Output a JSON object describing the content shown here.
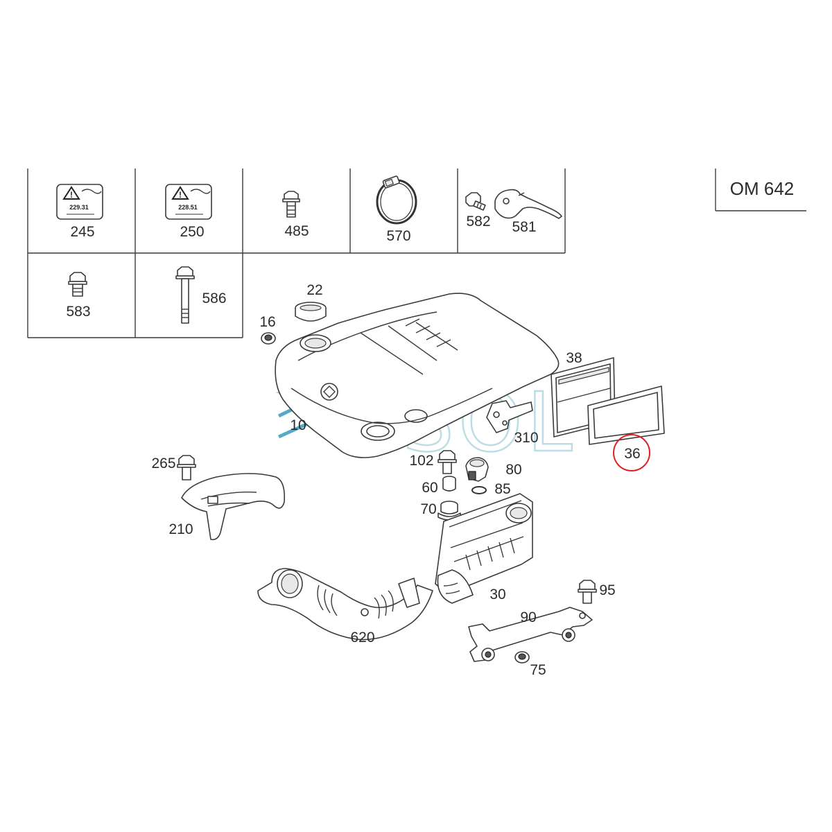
{
  "engine_code": "OM 642",
  "kit_labels": {
    "p245": "245",
    "p250": "250",
    "p485": "485",
    "p570": "570",
    "p582": "582",
    "p581": "581",
    "p583": "583",
    "p586": "586"
  },
  "warning_labels": {
    "l245_code": "229.31",
    "l250_code": "228.51"
  },
  "part_labels": {
    "p22": "22",
    "p16": "16",
    "p10": "10",
    "p38": "38",
    "p36": "36",
    "p310": "310",
    "p265": "265",
    "p210": "210",
    "p102": "102",
    "p80": "80",
    "p60": "60",
    "p85": "85",
    "p70": "70",
    "p30": "30",
    "p95": "95",
    "p90": "90",
    "p75": "75",
    "p620": "620"
  },
  "watermark": "SOL",
  "highlight": {
    "part": "36",
    "color": "#e02020"
  }
}
